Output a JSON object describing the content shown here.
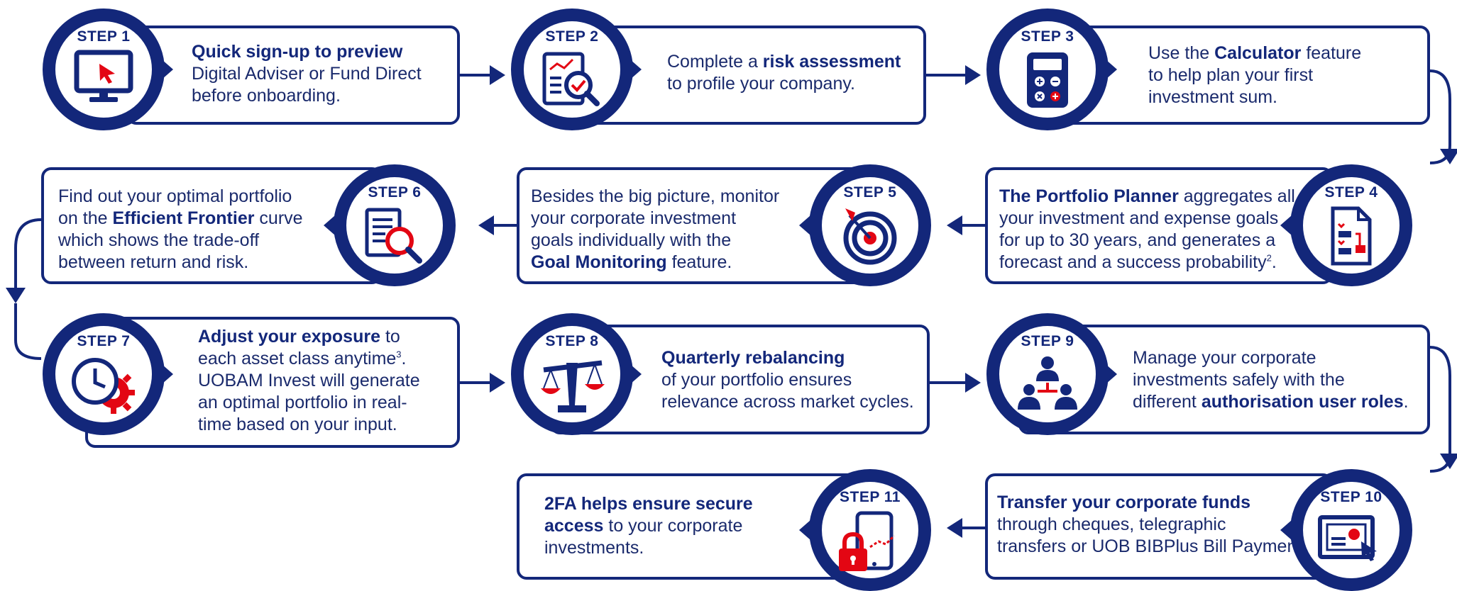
{
  "steps": [
    {
      "label": "STEP 1",
      "icon": "monitor-cursor-icon",
      "lines": [
        [
          "b",
          "Quick sign-up to preview"
        ],
        [
          "n",
          "Digital Adviser or Fund Direct"
        ],
        [
          "n",
          "before onboarding."
        ]
      ]
    },
    {
      "label": "STEP 2",
      "icon": "document-magnifier-check-icon",
      "lines": [
        [
          "n",
          "Complete a "
        ],
        [
          "b",
          "risk assessment"
        ],
        [
          "br",
          ""
        ],
        [
          "n",
          "to profile your company."
        ]
      ]
    },
    {
      "label": "STEP 3",
      "icon": "calculator-icon",
      "lines": [
        [
          "n",
          "Use the "
        ],
        [
          "b",
          "Calculator"
        ],
        [
          "n",
          " feature"
        ],
        [
          "br",
          ""
        ],
        [
          "n",
          "to help plan your first"
        ],
        [
          "br",
          ""
        ],
        [
          "n",
          "investment sum."
        ]
      ]
    },
    {
      "label": "STEP 4",
      "icon": "planner-document-icon",
      "lines": [
        [
          "b",
          "The Portfolio Planner"
        ],
        [
          "n",
          " aggregates all"
        ],
        [
          "br",
          ""
        ],
        [
          "n",
          "your investment and expense goals"
        ],
        [
          "br",
          ""
        ],
        [
          "n",
          "for up to 30 years, and generates a"
        ],
        [
          "br",
          ""
        ],
        [
          "n",
          "forecast and a success probability"
        ],
        [
          "sup",
          "2"
        ],
        [
          "n",
          "."
        ]
      ]
    },
    {
      "label": "STEP 5",
      "icon": "target-dart-icon",
      "lines": [
        [
          "n",
          "Besides the big picture, monitor"
        ],
        [
          "br",
          ""
        ],
        [
          "n",
          "your corporate investment"
        ],
        [
          "br",
          ""
        ],
        [
          "n",
          "goals individually with the"
        ],
        [
          "br",
          ""
        ],
        [
          "b",
          "Goal Monitoring"
        ],
        [
          "n",
          " feature."
        ]
      ]
    },
    {
      "label": "STEP 6",
      "icon": "document-search-icon",
      "lines": [
        [
          "n",
          "Find out your optimal portfolio"
        ],
        [
          "br",
          ""
        ],
        [
          "n",
          "on the "
        ],
        [
          "b",
          "Efficient Frontier"
        ],
        [
          "n",
          " curve"
        ],
        [
          "br",
          ""
        ],
        [
          "n",
          "which shows the trade-off"
        ],
        [
          "br",
          ""
        ],
        [
          "n",
          "between return and risk."
        ]
      ]
    },
    {
      "label": "STEP 7",
      "icon": "clock-gear-icon",
      "lines": [
        [
          "b",
          "Adjust your exposure"
        ],
        [
          "n",
          " to"
        ],
        [
          "br",
          ""
        ],
        [
          "n",
          "each asset class anytime"
        ],
        [
          "sup",
          "3"
        ],
        [
          "n",
          "."
        ],
        [
          "br",
          ""
        ],
        [
          "n",
          "UOBAM Invest will generate"
        ],
        [
          "br",
          ""
        ],
        [
          "n",
          "an optimal portfolio in real-"
        ],
        [
          "br",
          ""
        ],
        [
          "n",
          "time based on your input."
        ]
      ]
    },
    {
      "label": "STEP 8",
      "icon": "balance-scale-icon",
      "lines": [
        [
          "b",
          "Quarterly rebalancing"
        ],
        [
          "br",
          ""
        ],
        [
          "n",
          "of your portfolio ensures"
        ],
        [
          "br",
          ""
        ],
        [
          "n",
          "relevance across market cycles."
        ]
      ]
    },
    {
      "label": "STEP 9",
      "icon": "user-roles-hierarchy-icon",
      "lines": [
        [
          "n",
          "Manage your corporate"
        ],
        [
          "br",
          ""
        ],
        [
          "n",
          "investments safely with the"
        ],
        [
          "br",
          ""
        ],
        [
          "n",
          "different "
        ],
        [
          "b",
          "authorisation user roles"
        ],
        [
          "n",
          "."
        ]
      ]
    },
    {
      "label": "STEP 10",
      "icon": "cheque-transfer-icon",
      "lines": [
        [
          "b",
          "Transfer your corporate funds"
        ],
        [
          "br",
          ""
        ],
        [
          "n",
          "through cheques, telegraphic"
        ],
        [
          "br",
          ""
        ],
        [
          "n",
          "transfers or UOB BIBPlus Bill Payment."
        ]
      ]
    },
    {
      "label": "STEP 11",
      "icon": "tablet-padlock-icon",
      "lines": [
        [
          "b",
          "2FA helps ensure secure"
        ],
        [
          "br",
          ""
        ],
        [
          "b",
          "access"
        ],
        [
          "n",
          " to your corporate"
        ],
        [
          "br",
          ""
        ],
        [
          "n",
          "investments."
        ]
      ]
    }
  ],
  "colors": {
    "navy": "#13277a",
    "red": "#e30613",
    "text": "#1a2a6c"
  }
}
